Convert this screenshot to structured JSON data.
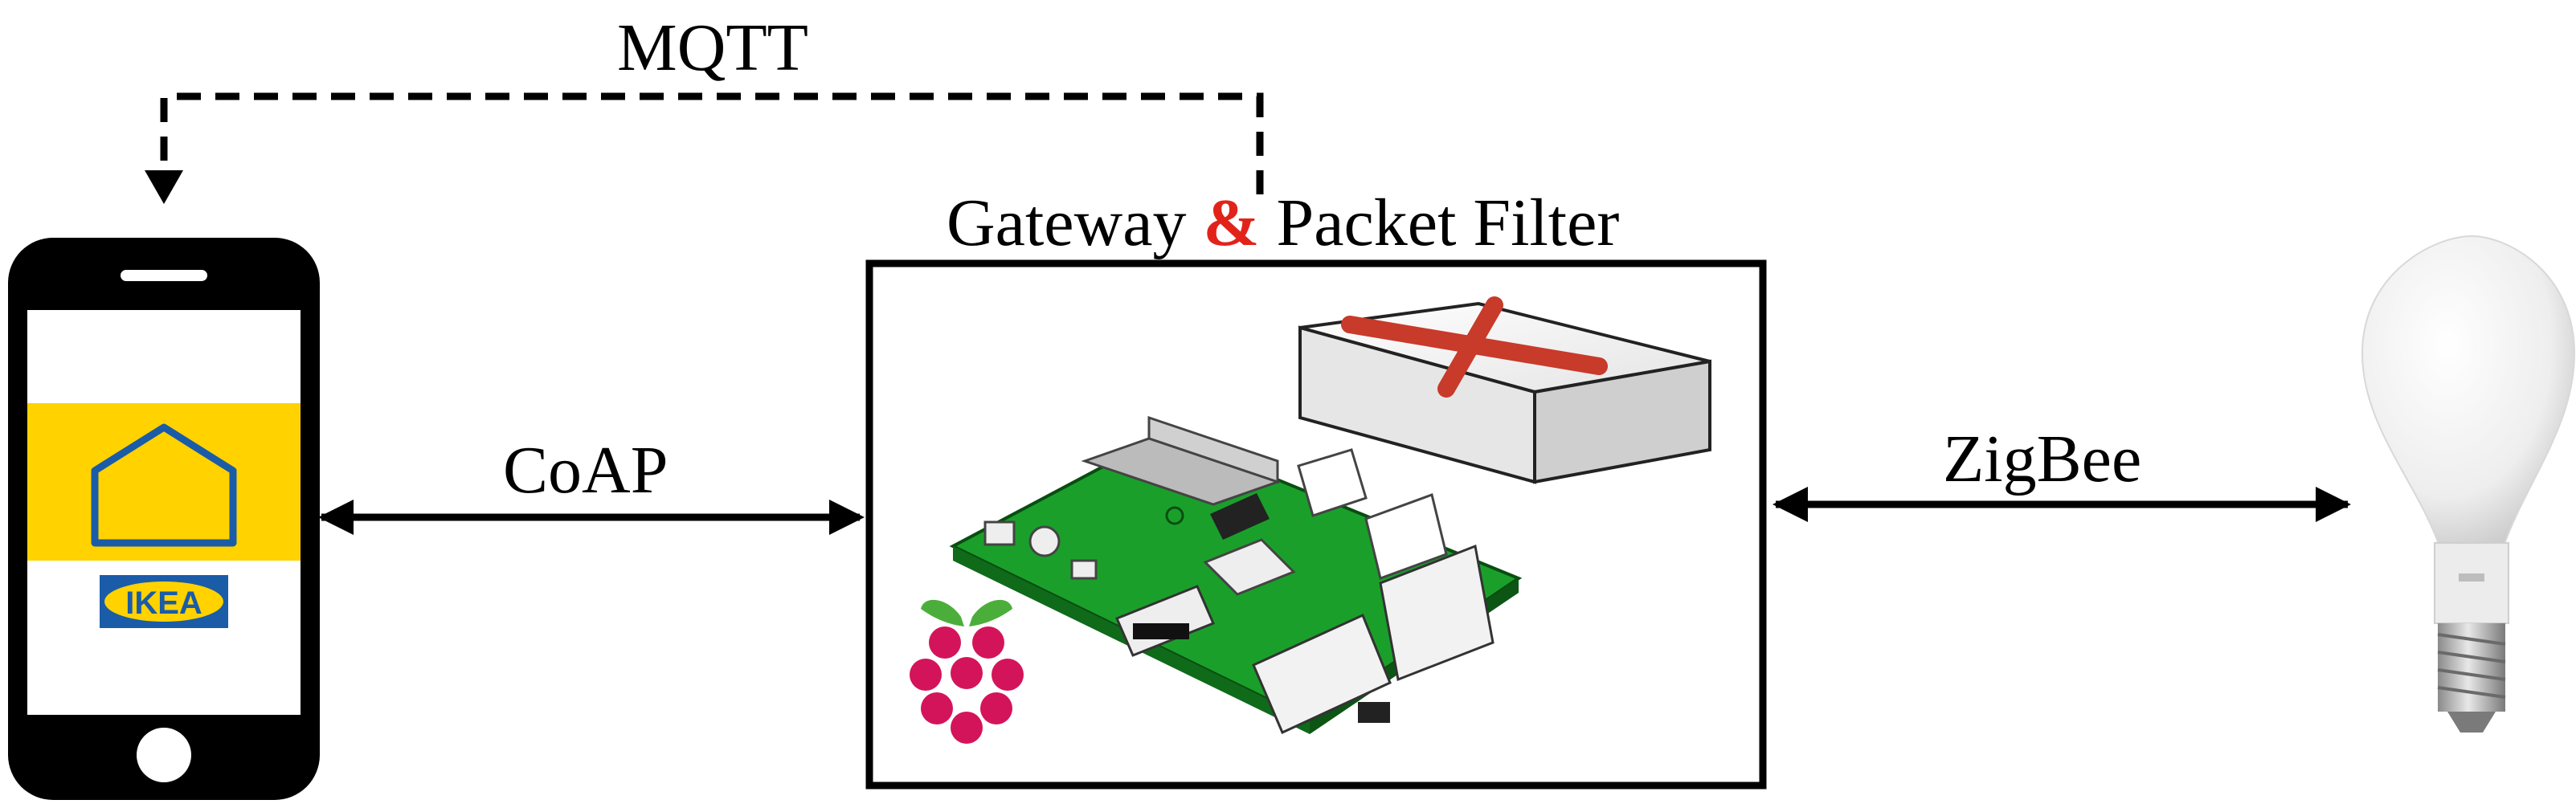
{
  "connections": {
    "mqtt": "MQTT",
    "coap": "CoAP",
    "zigbee": "ZigBee"
  },
  "gateway": {
    "title_part1": "Gateway",
    "title_amp": "&",
    "title_part2": "Packet Filter"
  },
  "phone": {
    "app_logo_text": "IKEA",
    "brand_colors": {
      "yellow": "#ffd200",
      "blue": "#1a5ca8"
    }
  },
  "colors": {
    "ampersand": "#e2231a",
    "board_green": "#1aa02a",
    "raspberry": "#d4145a",
    "leaf_green": "#4cae3a",
    "cross_red": "#c83a2a"
  },
  "icons": [
    "smartphone-icon",
    "house-icon",
    "raspberry-pi-board-icon",
    "raspberry-logo-icon",
    "firewall-box-icon",
    "light-bulb-icon"
  ]
}
